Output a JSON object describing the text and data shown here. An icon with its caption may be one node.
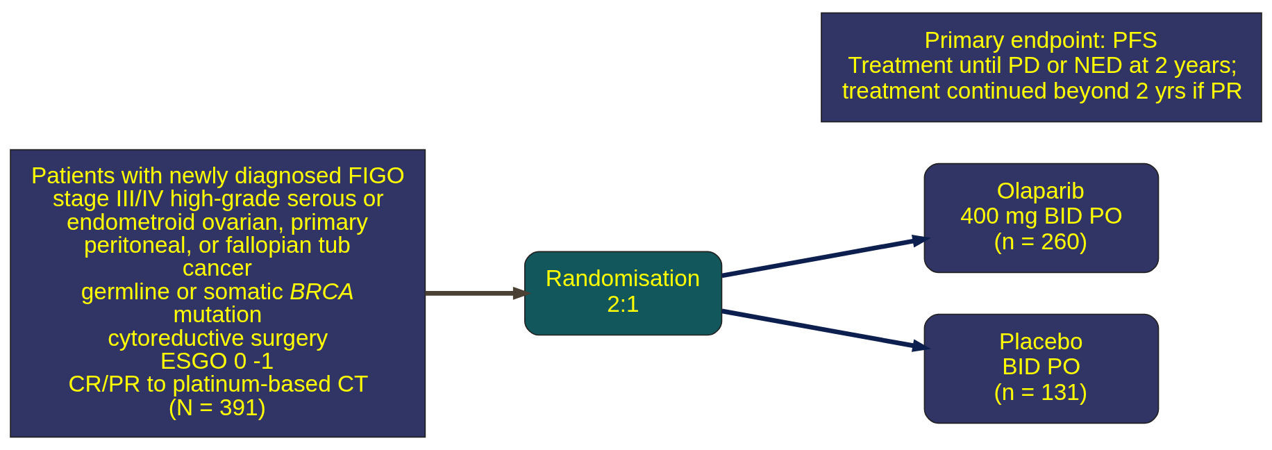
{
  "diagram": {
    "nodes": [
      {
        "text": [
          "Patients with newly diagnosed FIGO stage III/IV high-grade serous or endometroid ovarian, primary peritoneal, or fallopian tub cancer",
          "germline or somatic *BRCA* mutation",
          "cytoreductive surgery",
          "ESGO 0 -1",
          "CR/PR to platinum-based CT",
          "(N = 391)"
        ]
      },
      {
        "text": [
          "Randomisation",
          "2:1"
        ]
      },
      {
        "text": [
          "Olaparib",
          "400 mg BID PO",
          "(n = 260)"
        ]
      },
      {
        "text": [
          "Primary endpoint: PFS",
          "Treatment until PD or NED at 2 years; treatment continued beyond 2 yrs if PR"
        ]
      },
      {
        "text": [
          "Placebo",
          "BID PO",
          "(n = 131)"
        ]
      }
    ],
    "edges": [
      {
        "from": 0,
        "to": 1,
        "arrow": "to",
        "color": "#4a4033"
      },
      {
        "from": 1,
        "to": 2,
        "arrow": "to"
      },
      {
        "from": 1,
        "to": 4,
        "arrow": "to"
      }
    ]
  }
}
